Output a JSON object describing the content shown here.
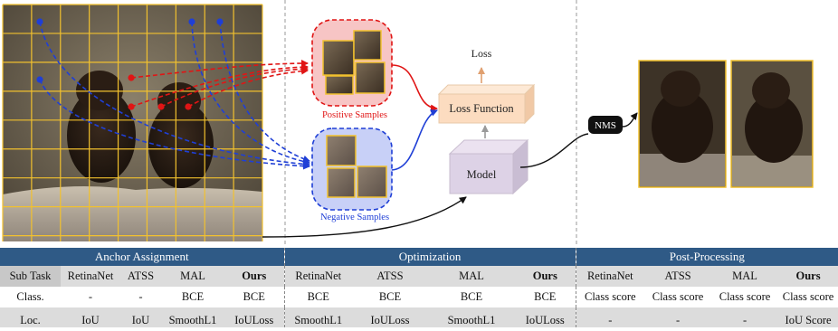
{
  "diagram": {
    "loss_label": "Loss",
    "loss_function_label": "Loss Function",
    "model_label": "Model",
    "positive_samples_label": "Positive Samples",
    "negative_samples_label": "Negative Samples",
    "nms_label": "NMS",
    "colors": {
      "grid": "#f2c12e",
      "positive": "#e01515",
      "negative": "#1f3fd6",
      "loss_box": "#fcdcc0",
      "model_box": "#ddd2e6",
      "header": "#2f5a86"
    }
  },
  "table": {
    "sections": [
      "Anchor Assignment",
      "Optimization",
      "Post-Processing"
    ],
    "row_headers": [
      "Sub Task",
      "Class.",
      "Loc."
    ],
    "methods": [
      "RetinaNet",
      "ATSS",
      "MAL",
      "Ours",
      "RetinaNet",
      "ATSS",
      "MAL",
      "Ours",
      "RetinaNet",
      "ATSS",
      "MAL",
      "Ours"
    ],
    "class_row": [
      "-",
      "-",
      "BCE",
      "BCE",
      "BCE",
      "BCE",
      "BCE",
      "BCE",
      "Class score",
      "Class score",
      "Class score",
      "Class score"
    ],
    "loc_row": [
      "IoU",
      "IoU",
      "SmoothL1",
      "IoULoss",
      "SmoothL1",
      "IoULoss",
      "SmoothL1",
      "IoULoss",
      "-",
      "-",
      "-",
      "IoU Score"
    ]
  }
}
